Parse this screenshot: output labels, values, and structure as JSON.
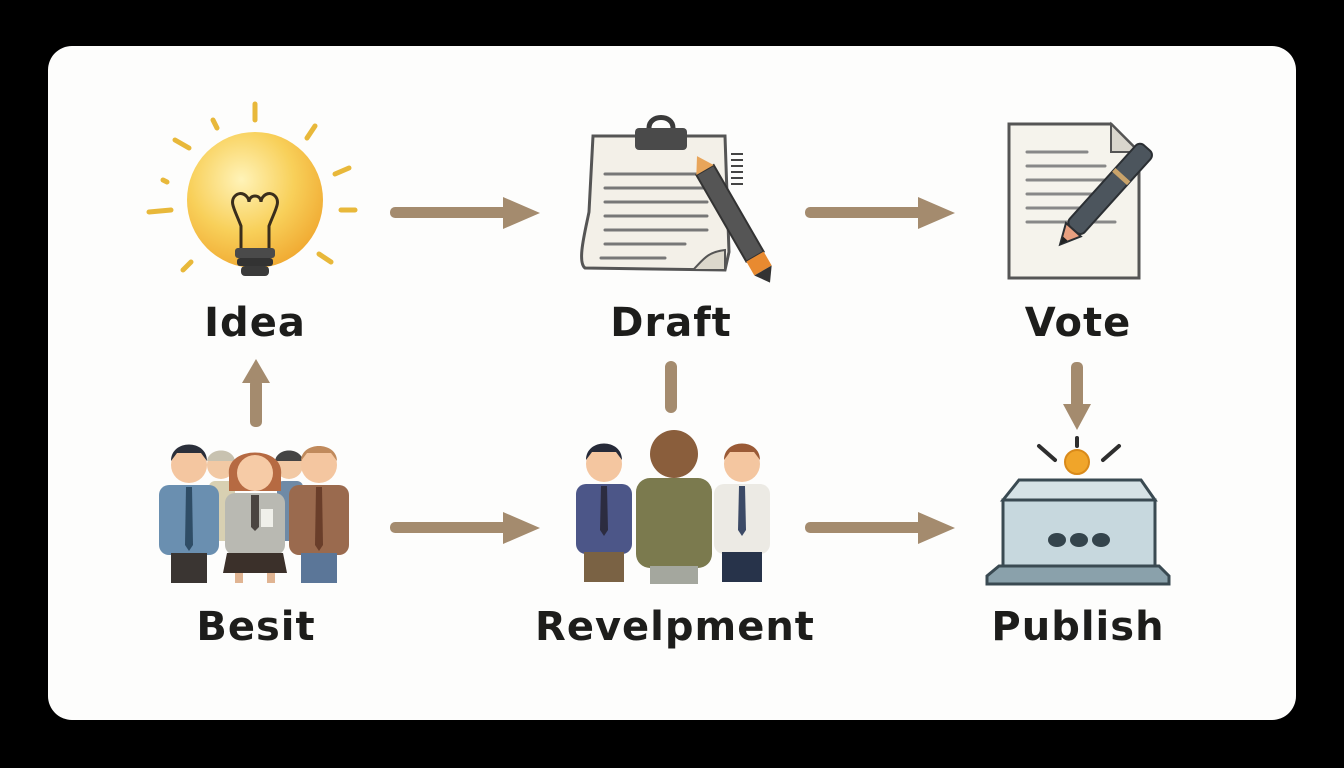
{
  "diagram": {
    "type": "flow",
    "background": "#fdfdfc",
    "arrow_color": "#a48b6e",
    "nodes": [
      {
        "id": "idea",
        "label": "Idea",
        "icon": "lightbulb-icon",
        "row": 1,
        "col": 1
      },
      {
        "id": "draft",
        "label": "Draft",
        "icon": "clipboard-pencil-icon",
        "row": 1,
        "col": 2
      },
      {
        "id": "vote",
        "label": "Vote",
        "icon": "document-pen-icon",
        "row": 1,
        "col": 3
      },
      {
        "id": "besit",
        "label": "Besit",
        "icon": "group-of-people-icon",
        "row": 2,
        "col": 1
      },
      {
        "id": "revelpment",
        "label": "Revelpment",
        "icon": "three-people-icon",
        "row": 2,
        "col": 2
      },
      {
        "id": "publish",
        "label": "Publish",
        "icon": "ballot-box-coin-icon",
        "row": 2,
        "col": 3
      }
    ],
    "edges": [
      {
        "from": "idea",
        "to": "draft",
        "direction": "right"
      },
      {
        "from": "draft",
        "to": "vote",
        "direction": "right"
      },
      {
        "from": "besit",
        "to": "idea",
        "direction": "up"
      },
      {
        "from": "revelpment",
        "to": "draft",
        "direction": "none",
        "style": "connector"
      },
      {
        "from": "vote",
        "to": "publish",
        "direction": "down"
      },
      {
        "from": "besit",
        "to": "revelpment",
        "direction": "right"
      },
      {
        "from": "revelpment",
        "to": "publish",
        "direction": "right"
      }
    ]
  }
}
